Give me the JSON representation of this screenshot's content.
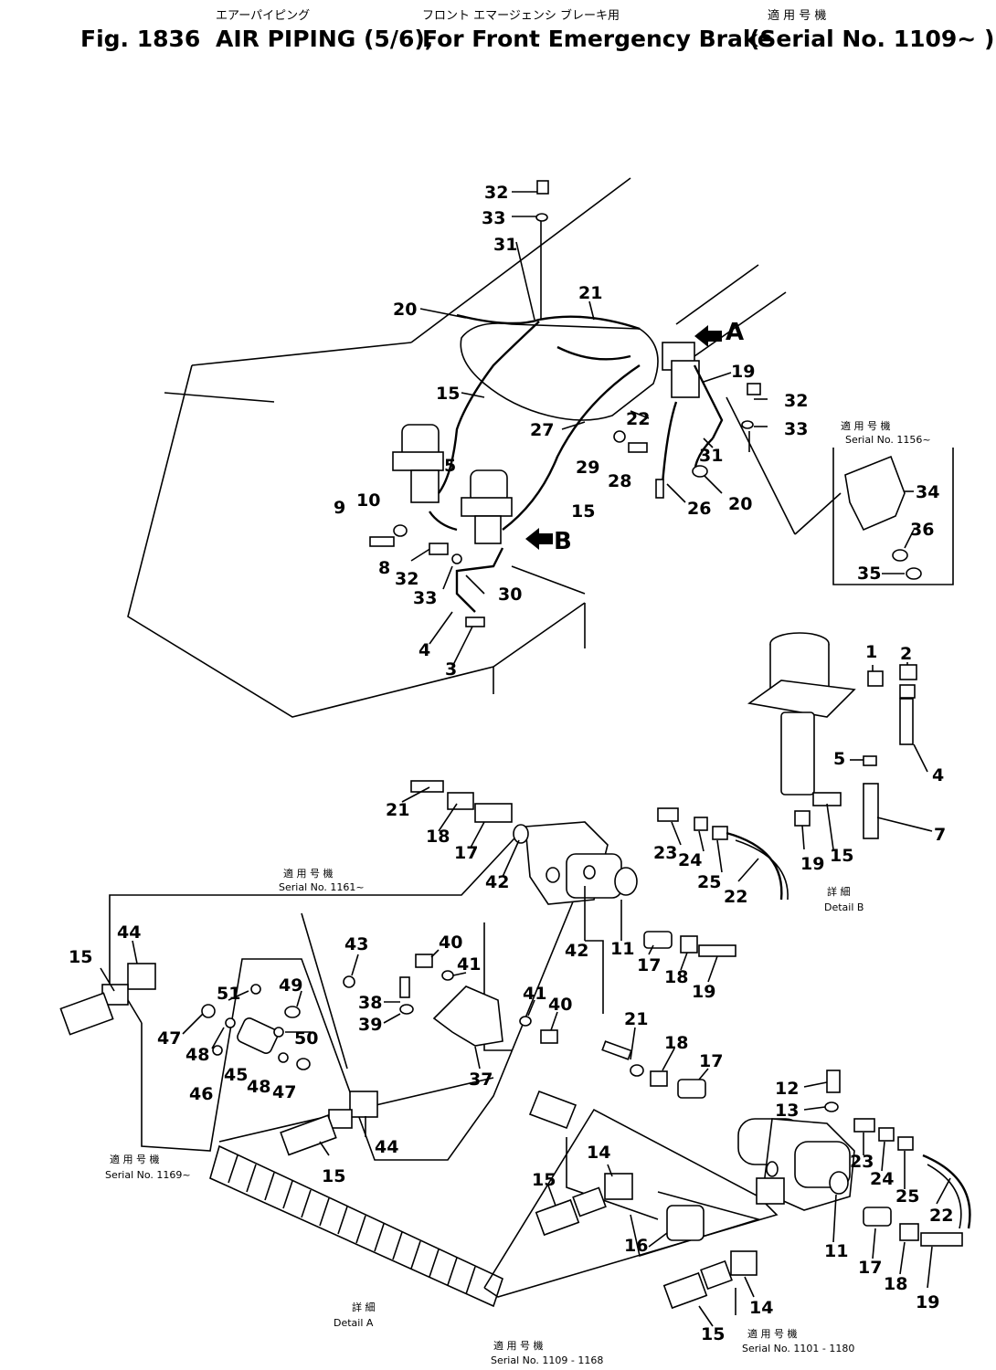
{
  "header": {
    "fig": "Fig. 1836",
    "title_jp": "エアーパイピング",
    "title": "AIR PIPING (5/6),",
    "subtitle_jp": "フロント エマージェンシ ブレーキ用",
    "subtitle": "For Front Emergency Brake",
    "serial_jp": "適 用 号 機",
    "serial": "(Serial No. 1109~ )"
  },
  "callouts": {
    "main": [
      "32",
      "33",
      "31",
      "21",
      "20",
      "15",
      "27",
      "22",
      "29",
      "28",
      "19",
      "32",
      "33",
      "31",
      "26",
      "20",
      "5",
      "15",
      "9",
      "10",
      "8",
      "32",
      "33",
      "30",
      "4",
      "3"
    ],
    "detail_b": [
      "1",
      "2",
      "5",
      "4",
      "7",
      "19",
      "15"
    ],
    "center": [
      "21",
      "18",
      "17",
      "42",
      "23",
      "24",
      "25",
      "22",
      "42",
      "11",
      "17",
      "18",
      "19",
      "44",
      "15",
      "43",
      "40",
      "41",
      "38",
      "39",
      "41",
      "40",
      "51",
      "49",
      "47",
      "48",
      "46",
      "45",
      "48",
      "47",
      "50",
      "44",
      "15",
      "37",
      "21",
      "18",
      "17"
    ],
    "lower_right": [
      "12",
      "13",
      "23",
      "24",
      "25",
      "22",
      "11",
      "17",
      "18",
      "19",
      "14",
      "15",
      "16",
      "14",
      "15"
    ]
  },
  "markers": {
    "a": "A",
    "b": "B"
  },
  "notes": {
    "serial_1156": "Serial No. 1156~",
    "serial_1161": "Serial No. 1161~",
    "serial_1169": "Serial No. 1169~",
    "serial_1109_1168": "Serial No. 1109 - 1168",
    "serial_1101_1180": "Serial No. 1101 - 1180",
    "detail_a": "Detail A",
    "detail_b": "Detail B",
    "jp_serial": "適 用 号 機",
    "jp_detail": "詳 細"
  }
}
